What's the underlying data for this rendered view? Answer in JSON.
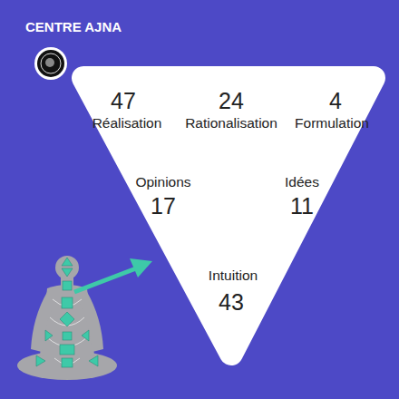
{
  "diagram": {
    "title": "CENTRE AJNA",
    "nodes": [
      {
        "text": [
          "47",
          "Réalisation",
          "24",
          "Rationalisation",
          "4",
          "Formulation",
          "Opinions",
          "17",
          "Idées",
          "11",
          "Intuition",
          "43"
        ]
      }
    ]
  }
}
